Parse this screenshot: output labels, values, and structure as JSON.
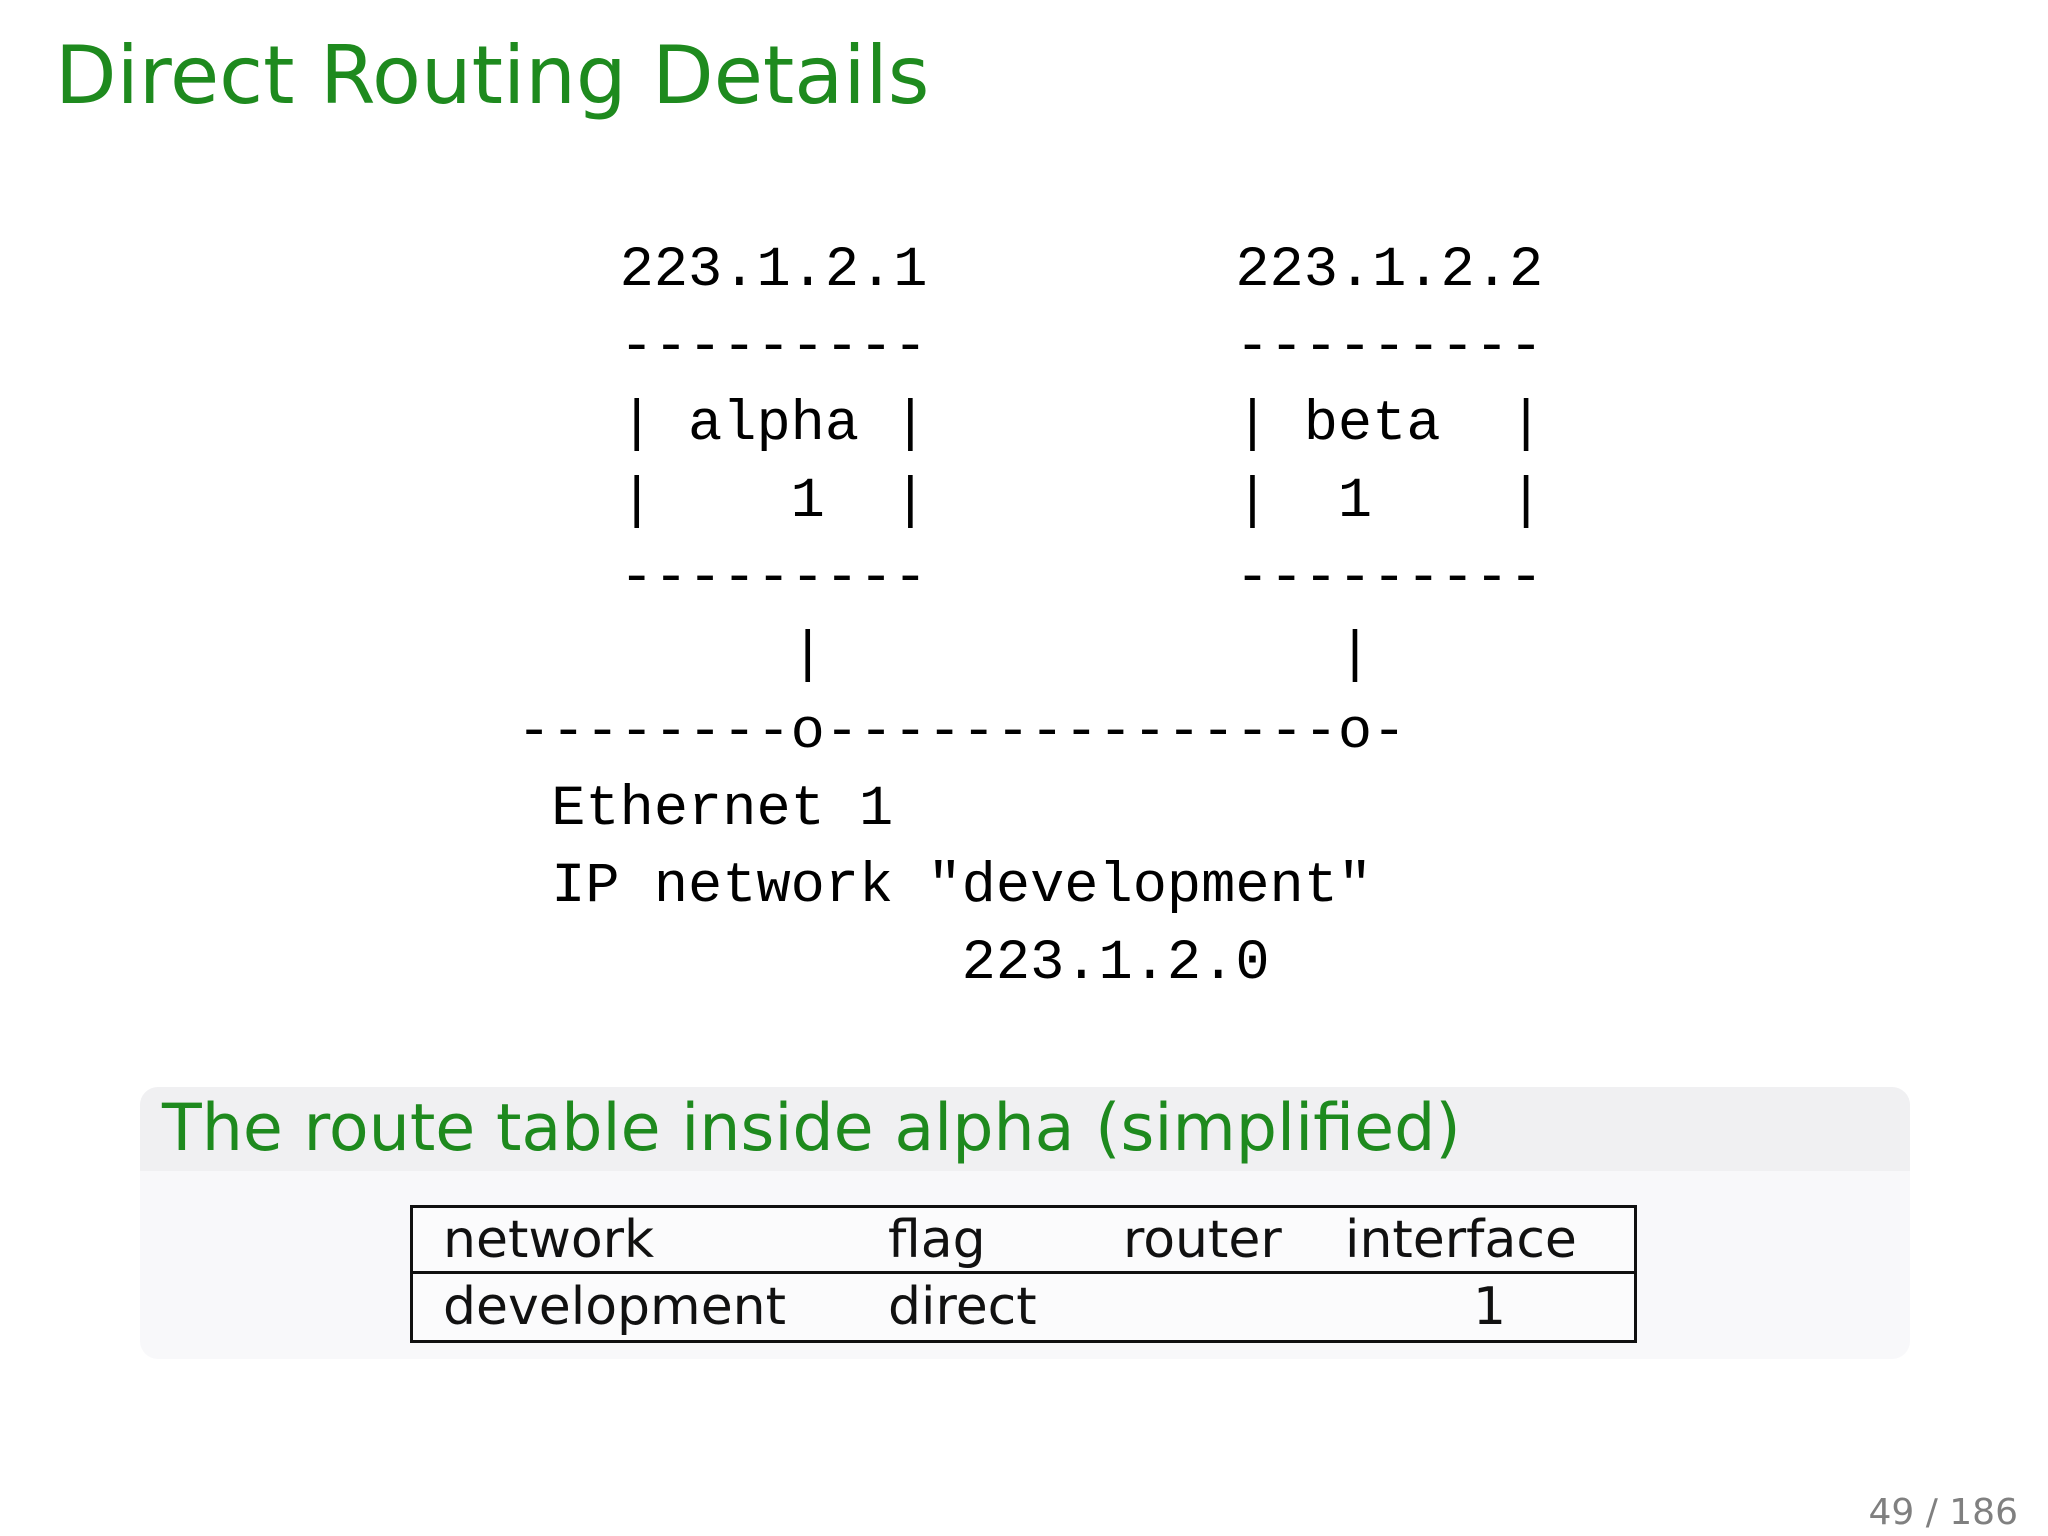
{
  "slide": {
    "title": "Direct Routing Details",
    "page_number": "49 / 186"
  },
  "ascii_art": {
    "text": "   223.1.2.1         223.1.2.2\n   ---------         ---------\n   | alpha |         | beta  |\n   |    1  |         |  1    |\n   ---------         ---------\n        |               |\n--------o---------------o-\n Ethernet 1\n IP network \"development\"\n             223.1.2.0"
  },
  "route_block": {
    "heading": "The route table inside alpha (simplified)",
    "table": {
      "headers": [
        "network",
        "flag",
        "router",
        "interface"
      ],
      "rows": [
        [
          "development",
          "direct",
          "",
          "1"
        ]
      ]
    }
  },
  "colors": {
    "accent_green": "#1e8a1e",
    "page_number_gray": "#808080",
    "block_title_bg": "#f0f0f2",
    "block_body_bg": "#f8f8fa",
    "text_black": "#000000"
  }
}
